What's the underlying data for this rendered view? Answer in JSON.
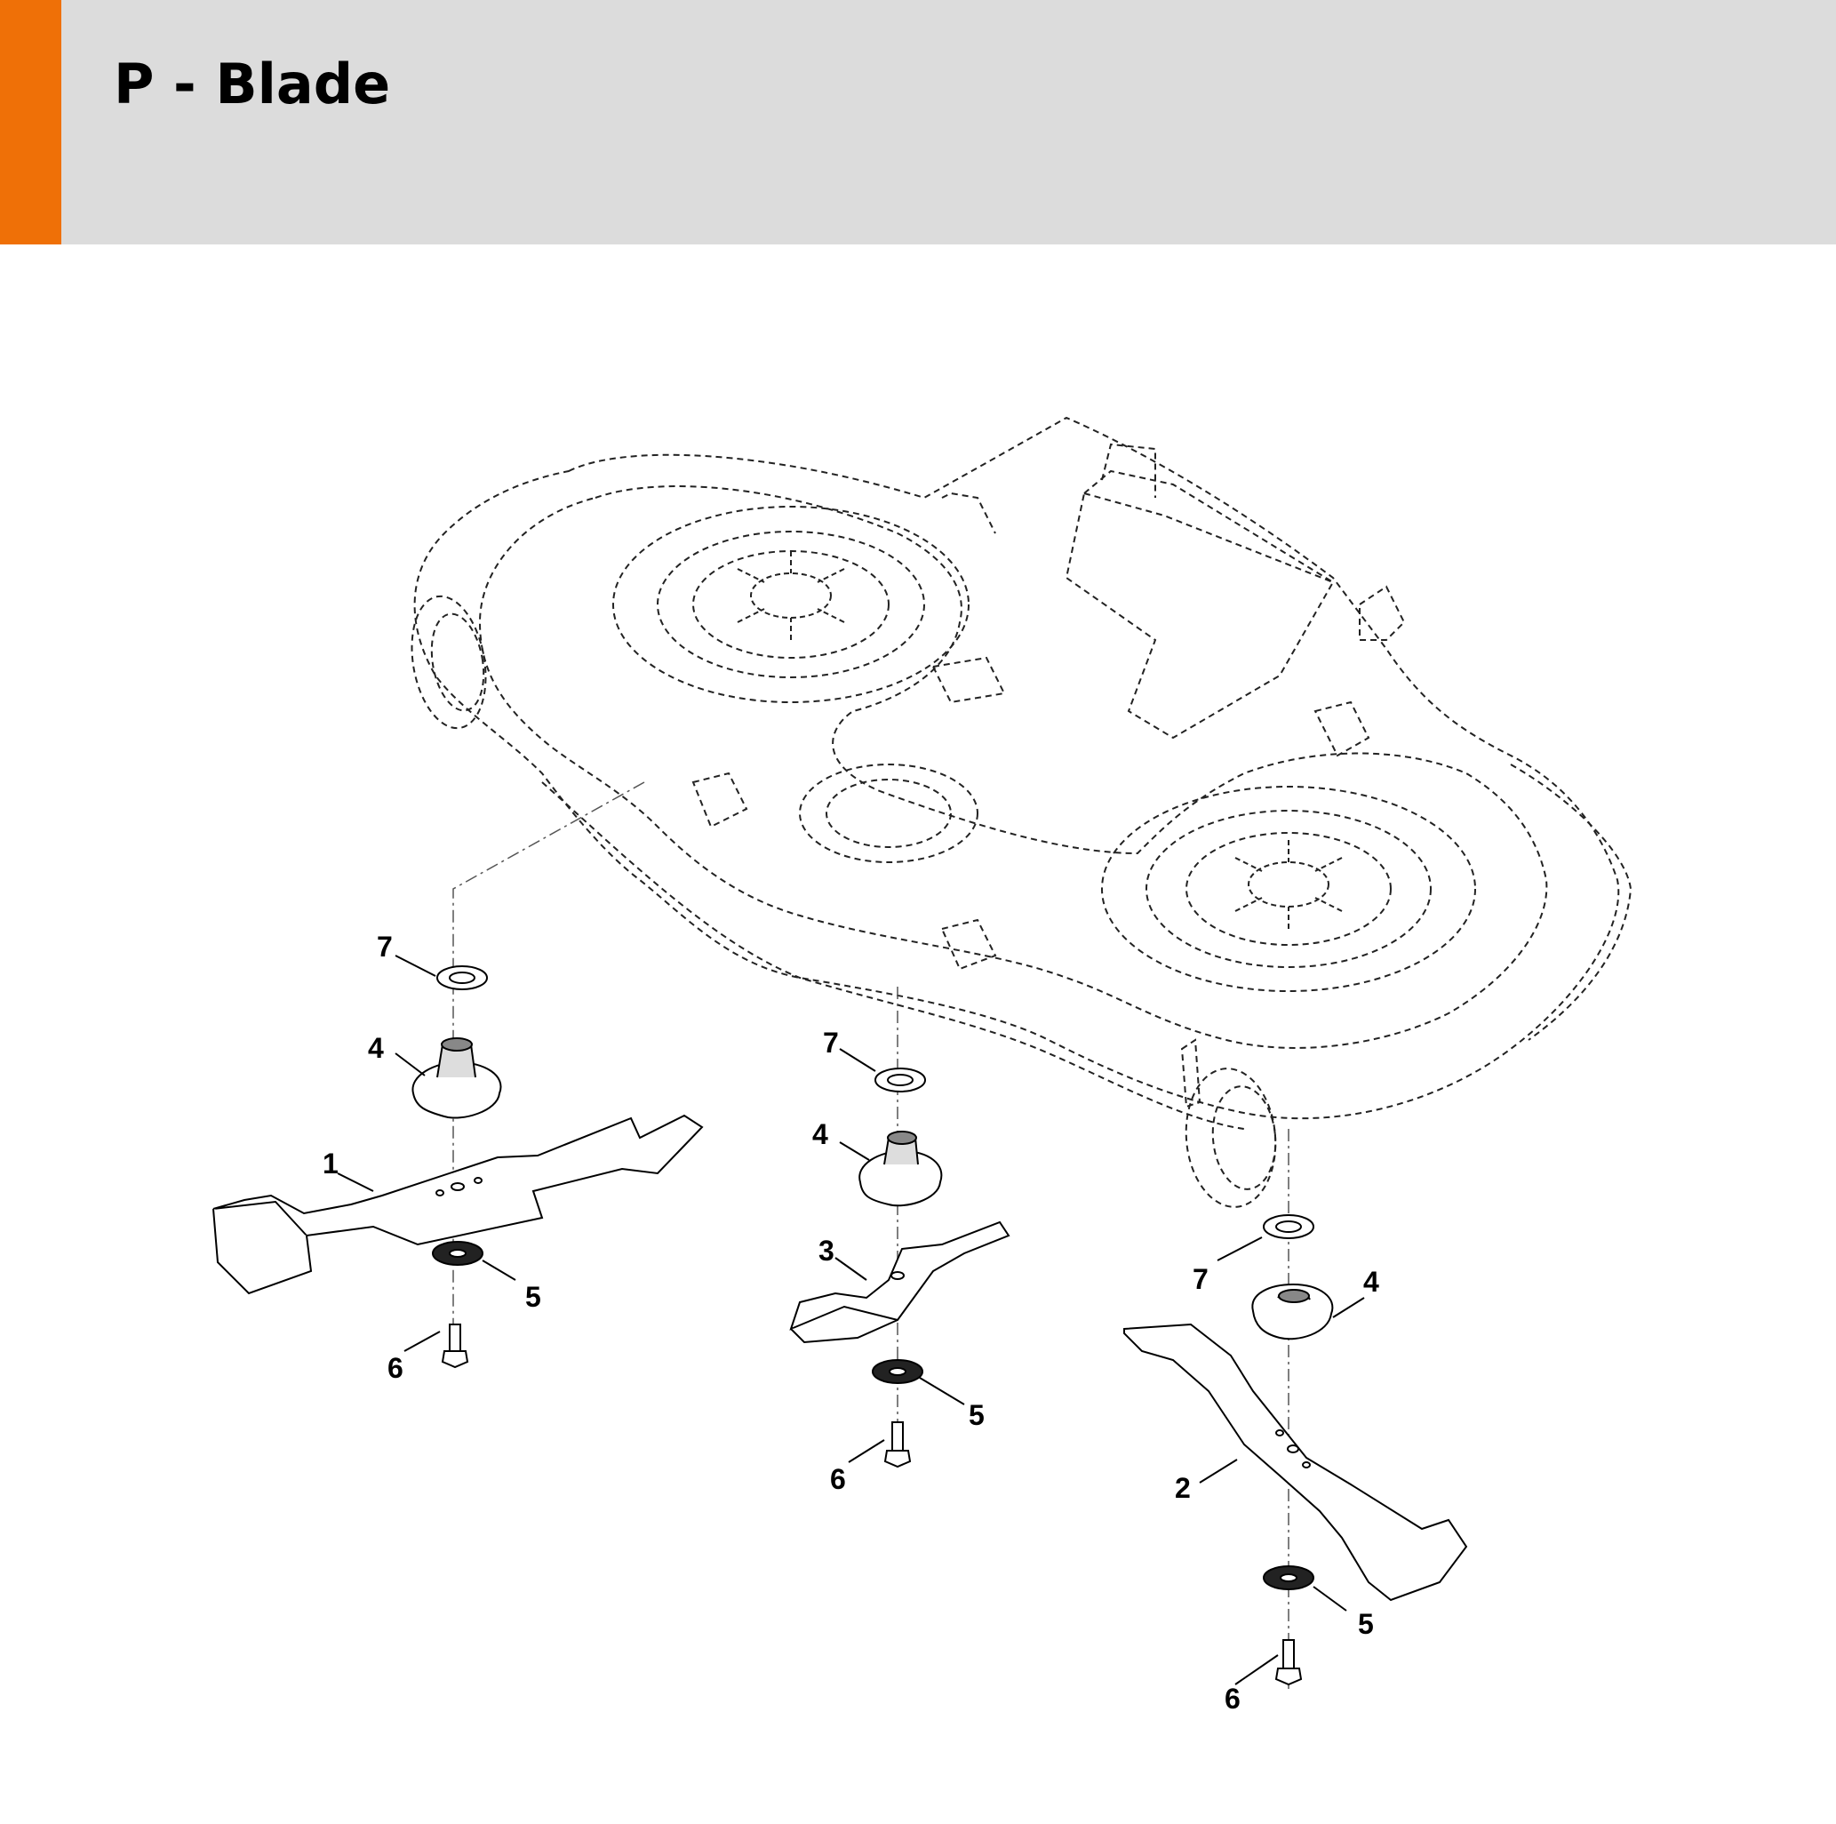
{
  "header": {
    "title": "P - Blade",
    "accent_color": "#ef7007",
    "background_color": "#dcdcdc"
  },
  "diagram": {
    "callouts": [
      {
        "label": "7"
      },
      {
        "label": "4"
      },
      {
        "label": "1"
      },
      {
        "label": "5"
      },
      {
        "label": "6"
      },
      {
        "label": "7"
      },
      {
        "label": "4"
      },
      {
        "label": "3"
      },
      {
        "label": "5"
      },
      {
        "label": "6"
      },
      {
        "label": "7"
      },
      {
        "label": "4"
      },
      {
        "label": "2"
      },
      {
        "label": "5"
      },
      {
        "label": "6"
      }
    ]
  }
}
